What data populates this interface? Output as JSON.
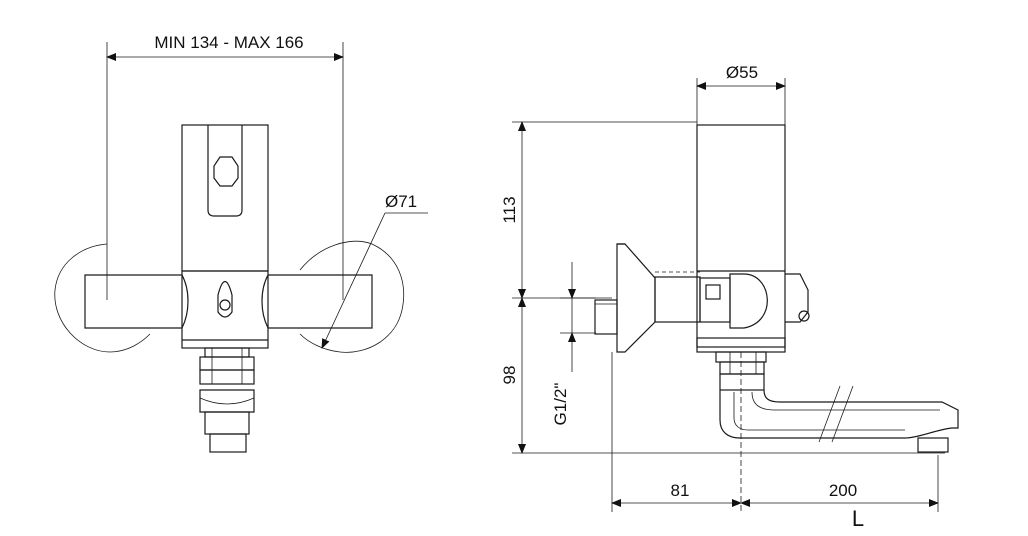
{
  "dimensions": {
    "width_range": "MIN 134 - MAX 166",
    "handle_diameter": "Ø71",
    "body_diameter": "Ø55",
    "height_upper": "113",
    "height_lower": "98",
    "thread": "G1/2\"",
    "depth_wall": "81",
    "spout_length": "200",
    "spout_label": "L"
  }
}
